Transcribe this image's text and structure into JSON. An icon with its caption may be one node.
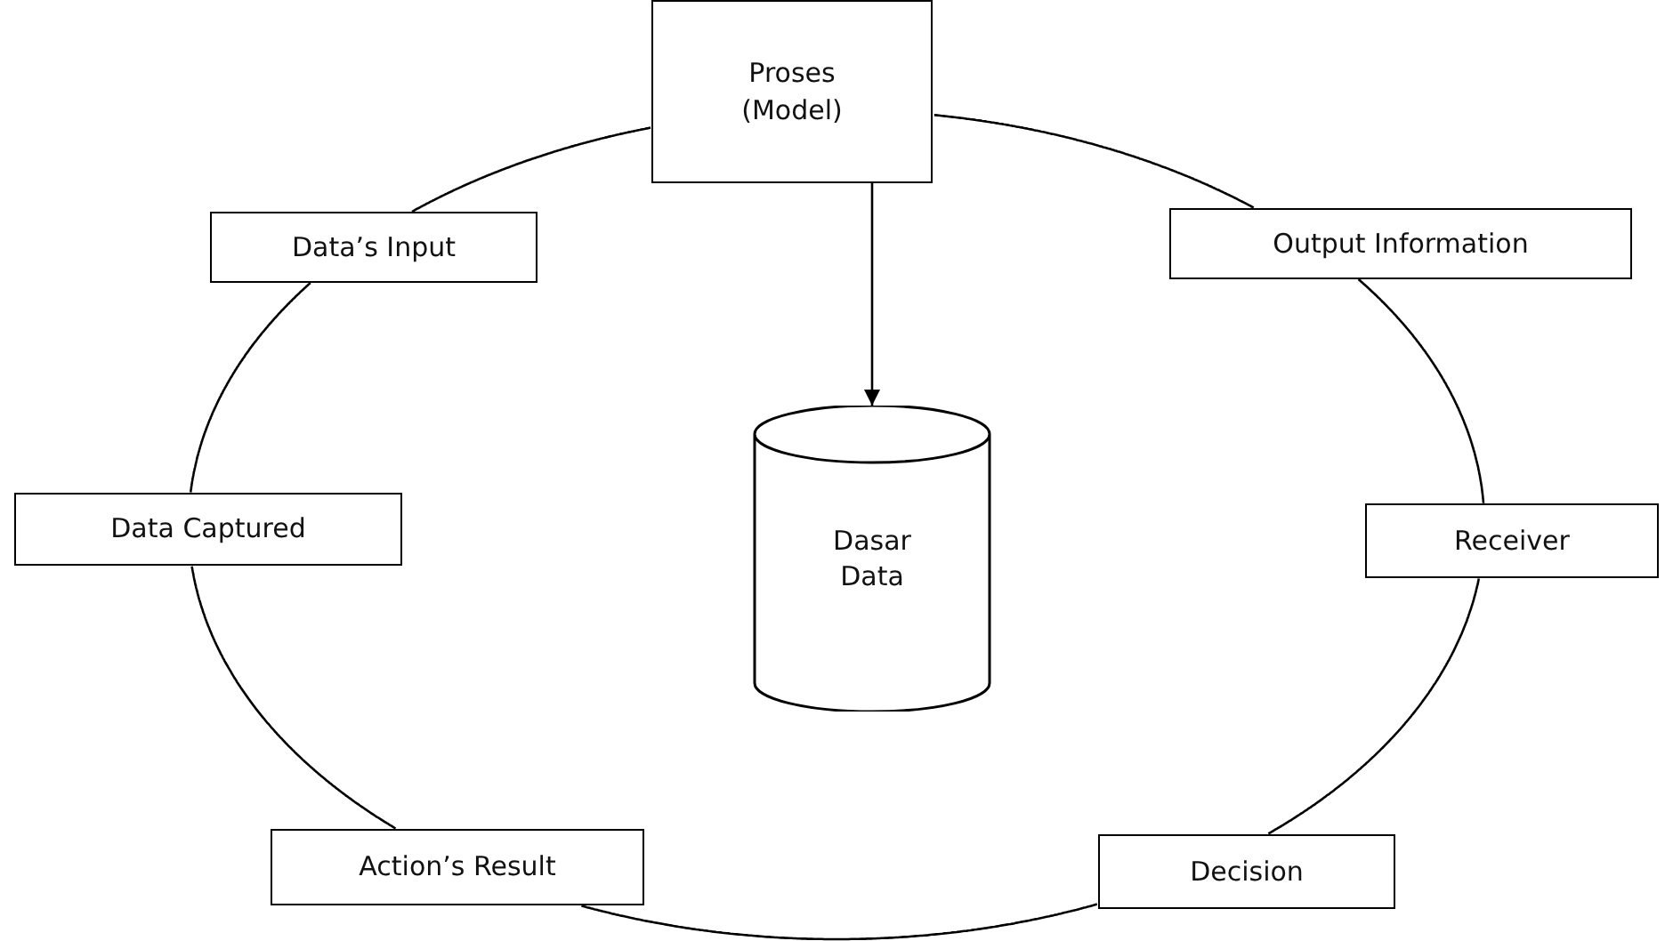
{
  "diagram": {
    "nodes": [
      {
        "text": [
          "Proses (Model)"
        ]
      },
      {
        "text": [
          "Data’s Input"
        ]
      },
      {
        "text": [
          "Output Information"
        ]
      },
      {
        "text": [
          "Data Captured"
        ]
      },
      {
        "text": [
          "Receiver"
        ]
      },
      {
        "text": [
          "Action’s Result"
        ]
      },
      {
        "text": [
          "Decision"
        ]
      },
      {
        "text": [
          "Dasar Data"
        ]
      }
    ],
    "edges": [
      {
        "from": 0,
        "to": 7,
        "arrow": "to"
      },
      {
        "from": 0,
        "to": 2,
        "arrow": "none"
      },
      {
        "from": 2,
        "to": 4,
        "arrow": "none"
      },
      {
        "from": 4,
        "to": 6,
        "arrow": "none"
      },
      {
        "from": 6,
        "to": 5,
        "arrow": "none"
      },
      {
        "from": 5,
        "to": 3,
        "arrow": "none"
      },
      {
        "from": 3,
        "to": 1,
        "arrow": "none"
      },
      {
        "from": 1,
        "to": 0,
        "arrow": "none"
      }
    ]
  }
}
